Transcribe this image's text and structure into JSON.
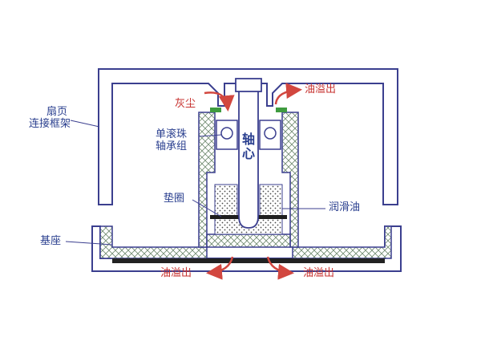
{
  "labels": {
    "fan_blade_frame": [
      "扇页",
      "连接框架"
    ],
    "dust": "灰尘",
    "oil_overflow_top": "油溢出",
    "bearing_group": [
      "单滚珠",
      "轴承组"
    ],
    "shaft_core": [
      "轴",
      "心"
    ],
    "washer": "垫圈",
    "lubricant": "润滑油",
    "base": "基座",
    "oil_overflow_bottom_left": "油溢出",
    "oil_overflow_bottom_right": "油溢出"
  },
  "colors": {
    "outline": "#3b3f8f",
    "label_blue": "#2a3f8f",
    "label_red": "#c7322f",
    "arrow_red": "#d2473f",
    "seal_green": "#3f9b3f",
    "crosshatch": "#6f8a6f",
    "lubricant_dots": "#4b4b4b"
  }
}
